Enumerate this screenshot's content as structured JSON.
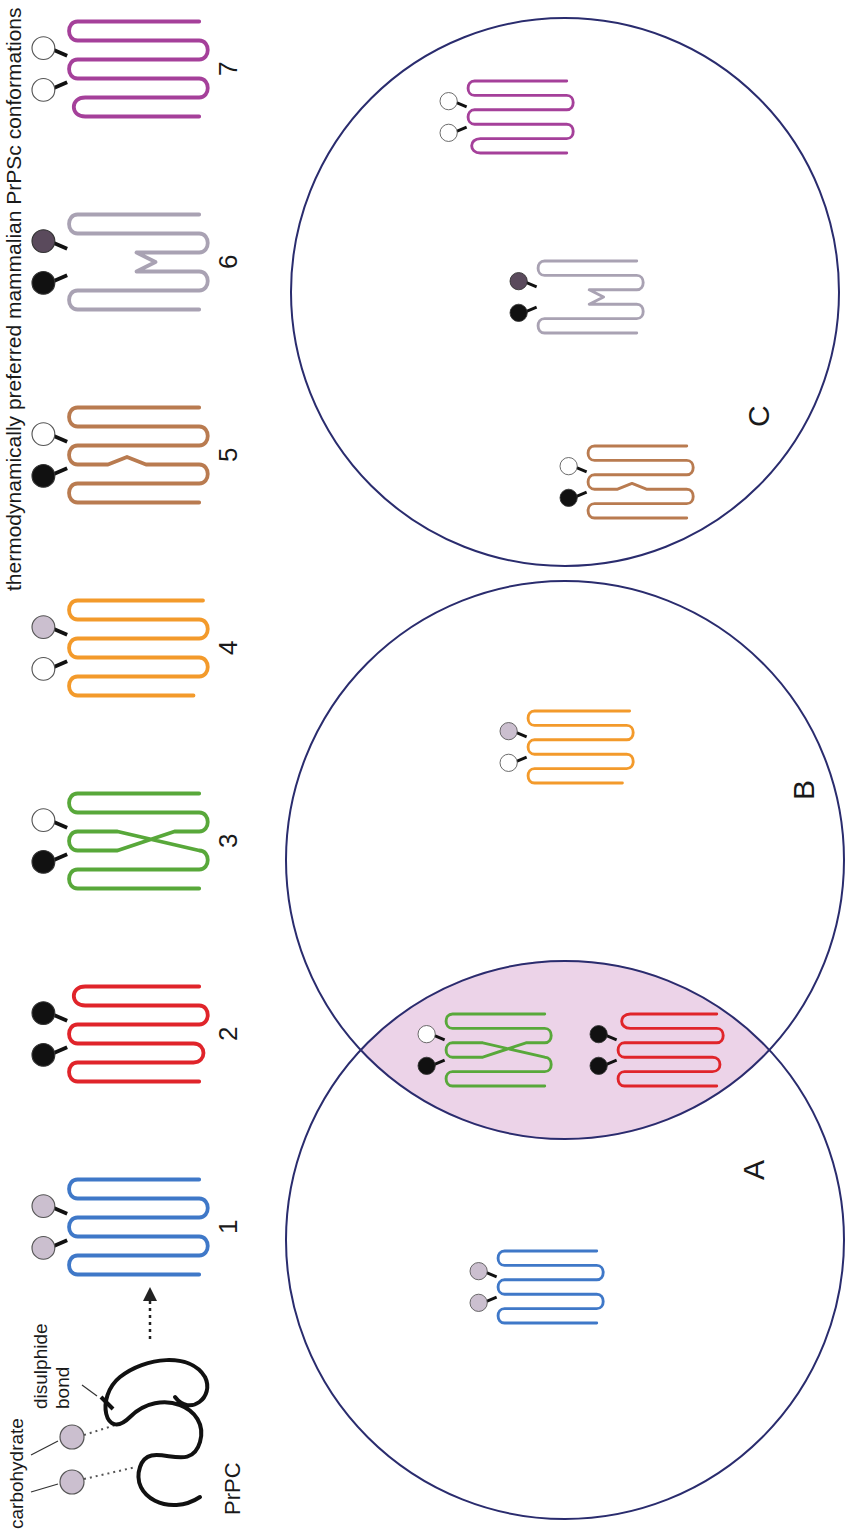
{
  "diagram": {
    "title": "thermodynamically preferred mammalian PrPSc conformations",
    "nodes": [
      {
        "text": [
          "A"
        ]
      },
      {
        "text": [
          "B"
        ]
      },
      {
        "text": [
          "C"
        ]
      }
    ],
    "labels": [
      "carbohydrate",
      "disulphide bond",
      "PrPC",
      "1",
      "2",
      "3",
      "4",
      "5",
      "6",
      "7"
    ]
  }
}
